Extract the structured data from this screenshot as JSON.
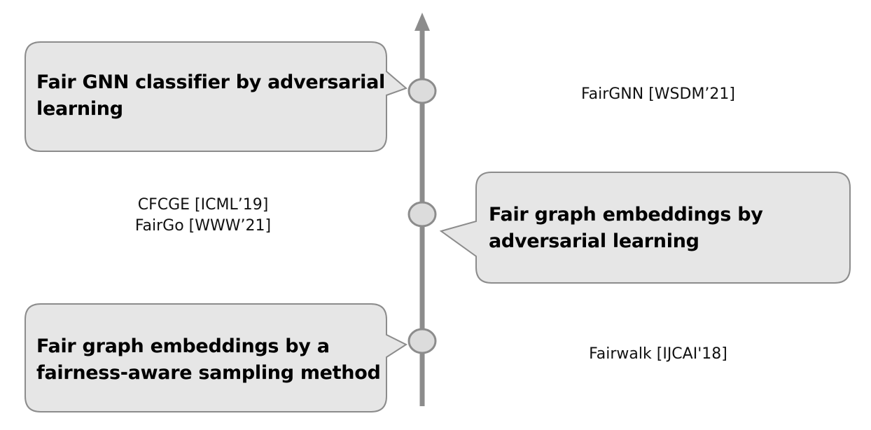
{
  "colors": {
    "axis": "#8c8c8c",
    "callout_fill": "#e6e6e6",
    "callout_border": "#8c8c8c",
    "marker_fill": "#dcdcdc",
    "marker_border": "#8c8c8c"
  },
  "milestones": [
    {
      "callout": [
        "Fair GNN classifier by adversarial",
        "learning"
      ],
      "references": [
        "FairGNN [WSDM’21]"
      ]
    },
    {
      "callout": [
        "Fair graph embeddings by",
        "adversarial learning"
      ],
      "references": [
        "CFCGE [ICML’19]",
        "FairGo [WWW’21]"
      ]
    },
    {
      "callout": [
        "Fair graph embeddings by a",
        "fairness-aware sampling method"
      ],
      "references": [
        "Fairwalk [IJCAI'18]"
      ]
    }
  ]
}
